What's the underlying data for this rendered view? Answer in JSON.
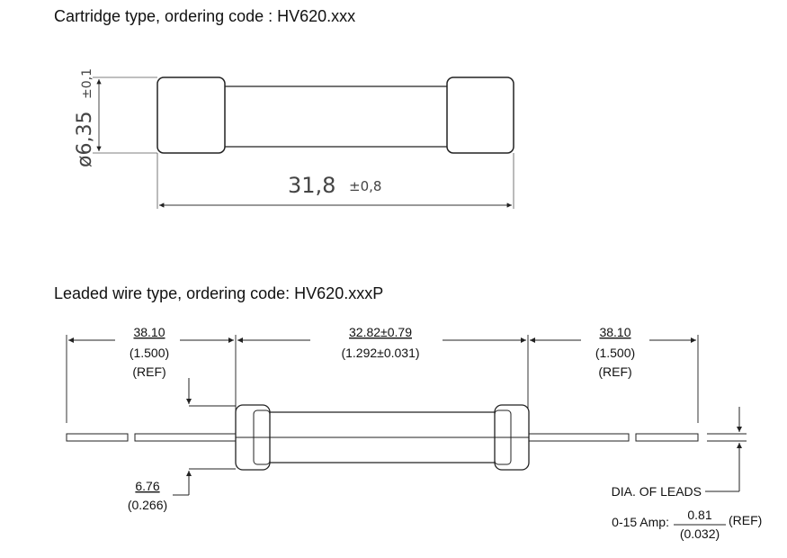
{
  "cartridge": {
    "heading": "Cartridge type, ordering code : HV620.xxx",
    "diameter_label": "ø6,35",
    "diameter_tol": "±0,1",
    "length_label": "31,8",
    "length_tol": "±0,8"
  },
  "leaded": {
    "heading": "Leaded wire type, ordering code: HV620.xxxP",
    "left_lead": {
      "mm": "38.10",
      "inch": "(1.500)",
      "ref": "(REF)"
    },
    "body": {
      "mm": "32.82±0.79",
      "inch": "(1.292±0.031)"
    },
    "right_lead": {
      "mm": "38.10",
      "inch": "(1.500)",
      "ref": "(REF)"
    },
    "body_dia": {
      "mm": "6.76",
      "inch": "(0.266)"
    },
    "leads": {
      "title": "DIA. OF LEADS",
      "amp_label": "0-15 Amp:",
      "mm": "0.81",
      "inch": "(0.032)",
      "ref": "(REF)"
    }
  }
}
